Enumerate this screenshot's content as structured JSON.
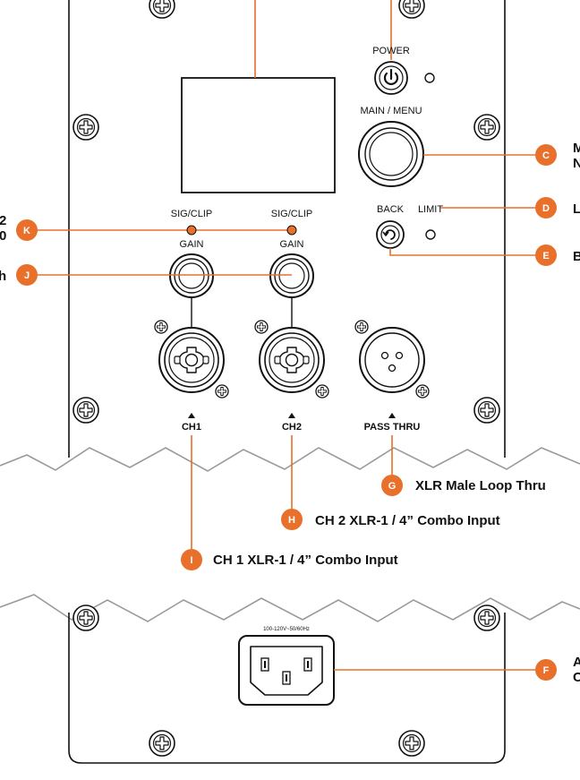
{
  "panel": {
    "power_label": "POWER",
    "main_menu_label": "MAIN / MENU",
    "back_label": "BACK",
    "limit_label": "LIMIT",
    "sig_clip_1": "SIG/CLIP",
    "sig_clip_2": "SIG/CLIP",
    "gain_1": "GAIN",
    "gain_2": "GAIN",
    "ch1_label": "CH1",
    "ch2_label": "CH2",
    "pass_thru_label": "PASS THRU",
    "voltage_label": "100-120V~50/60Hz"
  },
  "callouts": {
    "c": {
      "badge": "C",
      "line1": "M",
      "line2": "N"
    },
    "d": {
      "badge": "D",
      "text": "L"
    },
    "e": {
      "badge": "E",
      "text": "B"
    },
    "f": {
      "badge": "F",
      "line1": "A",
      "line2": "C"
    },
    "g": {
      "badge": "G",
      "text": "XLR Male Loop Thru"
    },
    "h": {
      "badge": "H",
      "text": "CH 2 XLR-1 / 4” Combo Input"
    },
    "i": {
      "badge": "I",
      "text": "CH 1 XLR-1 / 4” Combo Input"
    },
    "j": {
      "badge": "J",
      "text": "h"
    },
    "k": {
      "badge": "K",
      "line1": "2",
      "line2": "0"
    }
  },
  "colors": {
    "accent": "#e8702a",
    "line": "#111111",
    "panel": "#ffffff"
  }
}
